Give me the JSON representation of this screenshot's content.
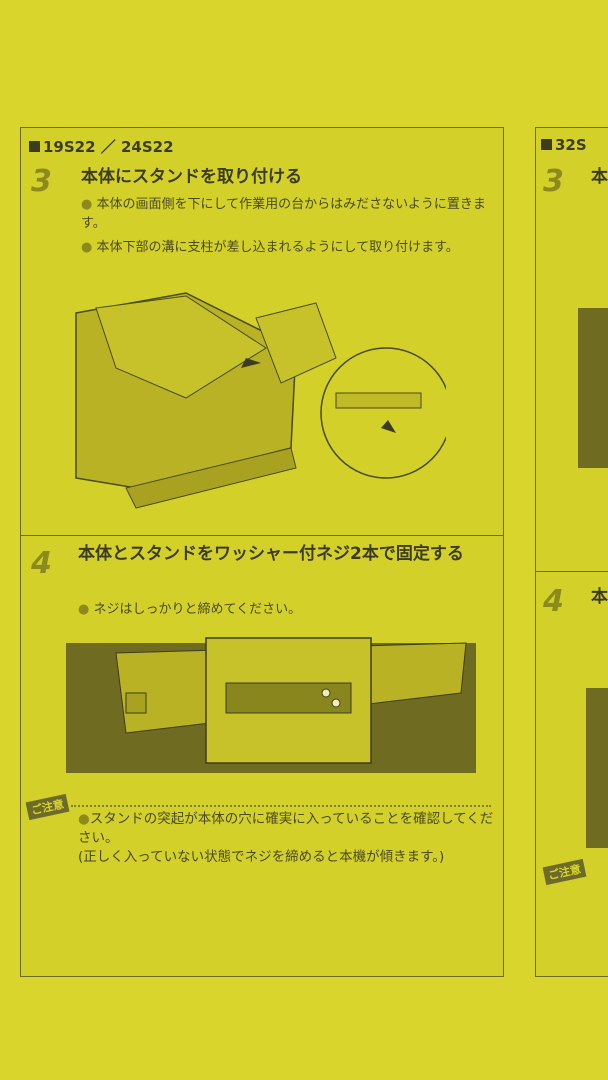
{
  "left": {
    "model": "19S22 ／ 24S22",
    "step3": {
      "number": "3",
      "title": "本体にスタンドを取り付ける",
      "bullets": [
        "本体の画面側を下にして作業用の台からはみださないように置きます。",
        "本体下部の溝に支柱が差し込まれるようにして取り付けます。"
      ]
    },
    "step4": {
      "number": "4",
      "title": "本体とスタンドをワッシャー付ネジ2本で固定する",
      "bullets": [
        "ネジはしっかりと締めてください。"
      ]
    },
    "caution": {
      "badge": "ご注意",
      "lines": [
        "スタンドの突起が本体の穴に確実に入っていることを確認してください。",
        "(正しく入っていない状態でネジを締めると本機が傾きます。)"
      ]
    }
  },
  "right": {
    "model": "32S",
    "step3": {
      "number": "3",
      "title": "本"
    },
    "step4": {
      "number": "4",
      "title": "本"
    },
    "caution": {
      "badge": "ご注意"
    }
  },
  "colors": {
    "page": "#d9d52c",
    "ink": "#3c3c22",
    "accent": "#8c8a1c"
  }
}
